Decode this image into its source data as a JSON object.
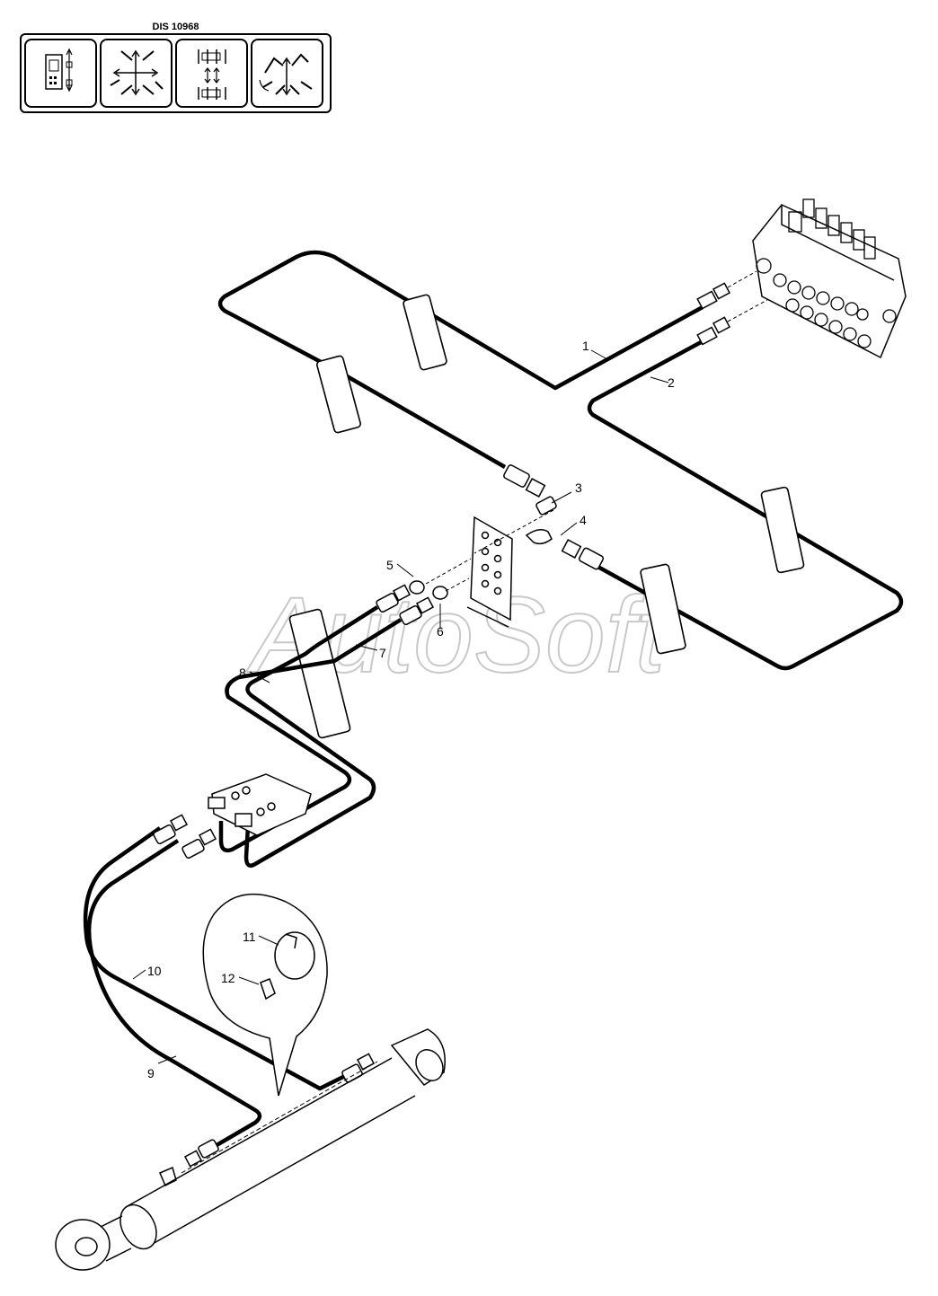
{
  "header": {
    "dis_code": "DIS 10968",
    "icons": [
      "control-lever-icon",
      "excavator-movements-icon",
      "cylinder-arrows-icon",
      "excavator-swing-icon"
    ]
  },
  "diagram": {
    "callouts": [
      "1",
      "2",
      "3",
      "4",
      "5",
      "6",
      "7",
      "8",
      "9",
      "10",
      "11",
      "12"
    ],
    "watermark": "AutoSoft"
  }
}
